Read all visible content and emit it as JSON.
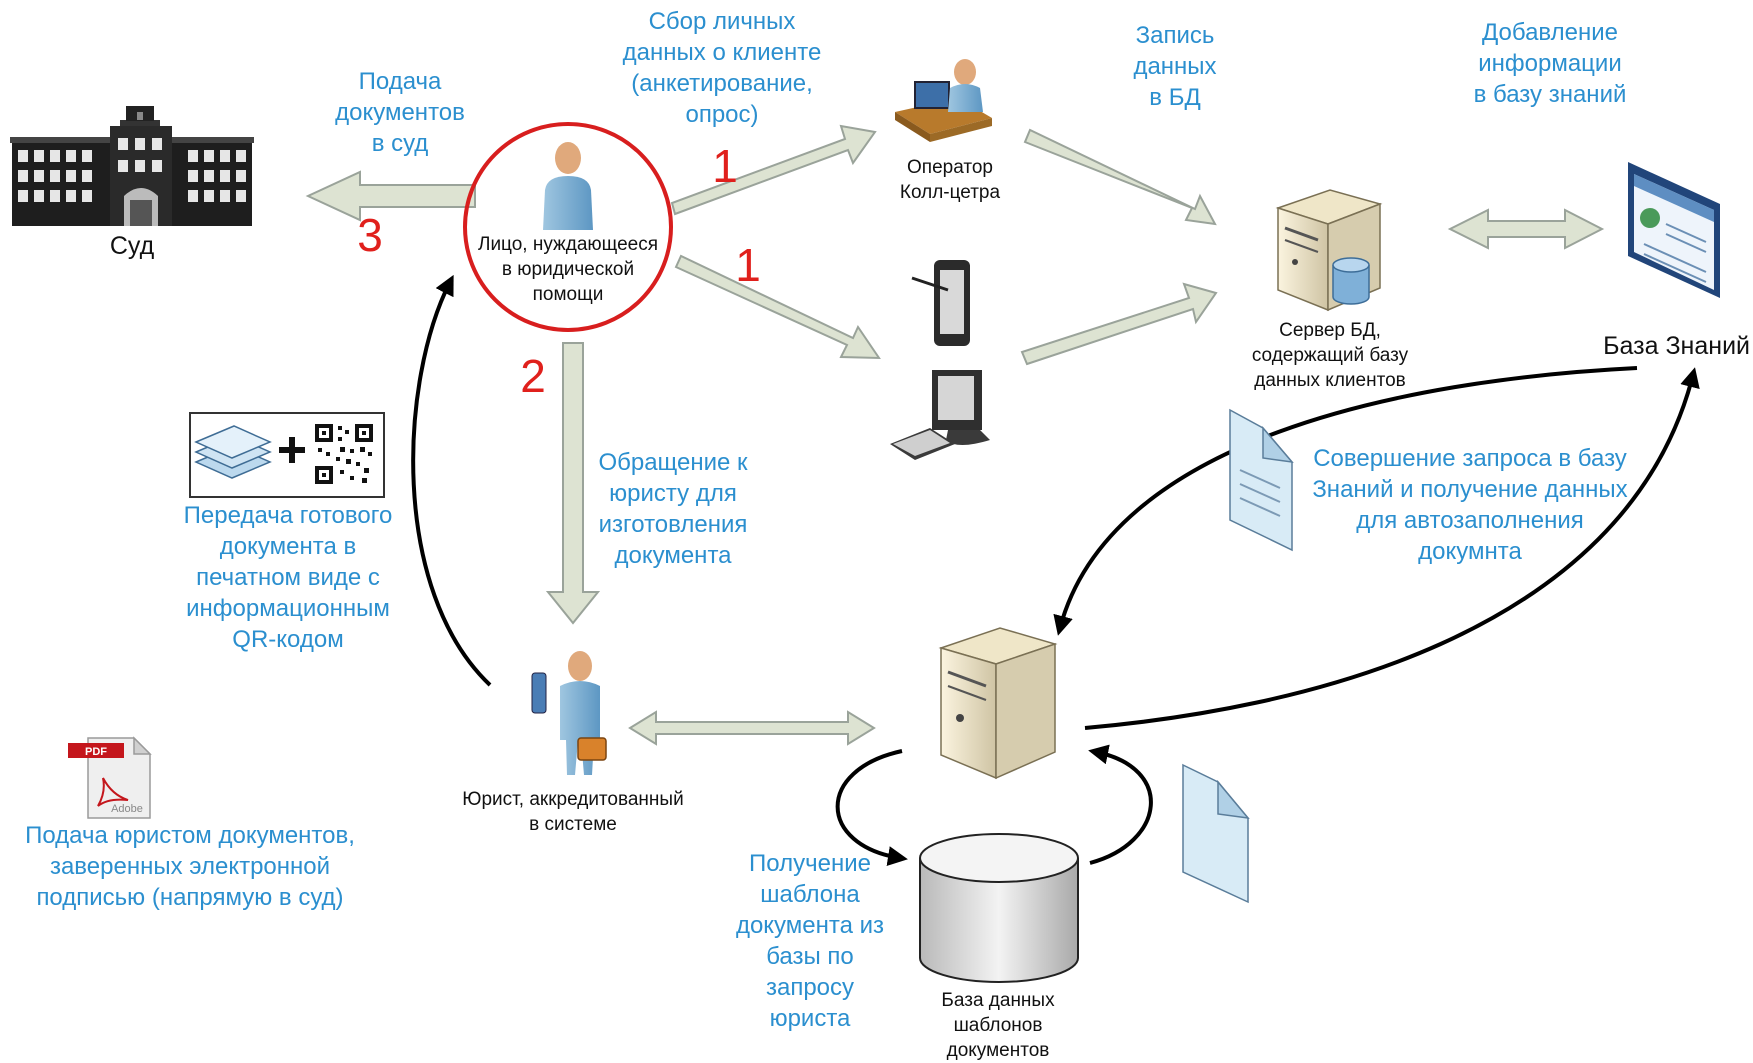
{
  "colors": {
    "accent_blue": "#2b8fcf",
    "step_red": "#e0201c",
    "arrow_fill": "#dde3d2",
    "arrow_stroke": "#9aa39a"
  },
  "nodes": {
    "court": "Суд",
    "client": "Лицо, нуждающееся\nв юридической\nпомощи",
    "operator": "Оператор\nКолл-цетра",
    "db_server": "Сервер БД,\nсодержащий базу\nданных клиентов",
    "knowledge_base": "База Знаний",
    "lawyer": "Юрист, аккредитованный\nв системе",
    "template_db": "База данных\nшаблонов\nдокументов"
  },
  "labels": {
    "submit_to_court": "Подача\nдокументов\nв суд",
    "collect_data": "Сбор личных\nданных о клиенте\n(анкетирование,\nопрос)",
    "write_db": "Запись\nданных\nв БД",
    "add_kb": "Добавление\nинформации\nв базу знаний",
    "contact_lawyer": "Обращение к\nюристу для\nизготовления\nдокумента",
    "transfer_doc": "Передача готового\nдокумента в\nпечатном виде с\nинформационным\nQR-кодом",
    "query_kb": "Совершение запроса в базу\nЗнаний и получение данных\nдля автозаполнения\nдокумнта",
    "get_template": "Получение\nшаблона\nдокумента из\nбазы по\nзапросу\nюриста",
    "esign_submit": "Подача юристом документов,\nзаверенных электронной\nподписью (напрямую в суд)"
  },
  "steps": {
    "s1a": "1",
    "s1b": "1",
    "s2": "2",
    "s3": "3"
  },
  "icons": {
    "court": "building-icon",
    "client": "person-icon",
    "operator": "operator-icon",
    "tablet": "tablet-icon",
    "computer": "desktop-computer-icon",
    "db_server": "server-icon",
    "knowledge_base": "web-page-icon",
    "lawyer": "lawyer-icon",
    "app_server": "server-icon",
    "template_db": "database-icon",
    "pdf": "pdf-icon",
    "doc_stack": "document-stack-icon",
    "qr": "qr-code-icon"
  },
  "pdf_icon": {
    "tag": "PDF",
    "brand": "Adobe"
  }
}
